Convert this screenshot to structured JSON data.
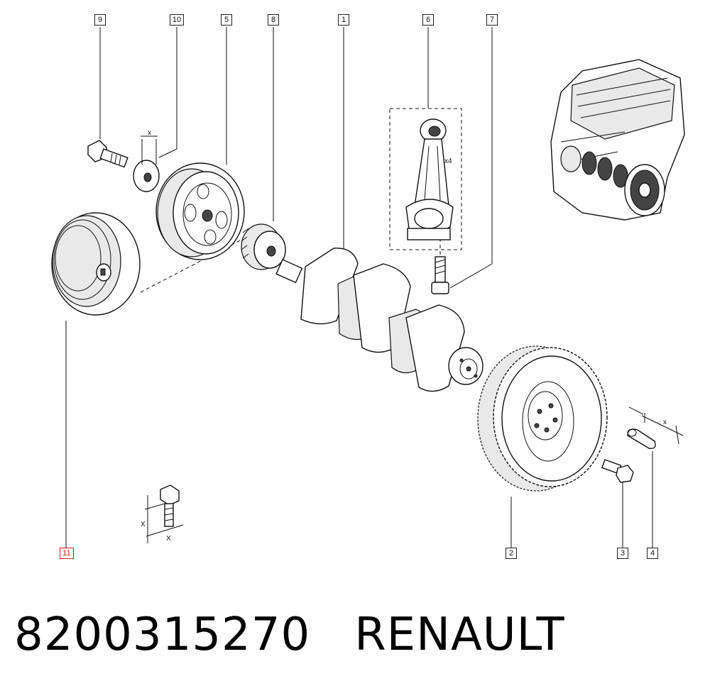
{
  "callouts": [
    {
      "label": "9",
      "highlighted": false
    },
    {
      "label": "10",
      "highlighted": false
    },
    {
      "label": "5",
      "highlighted": false
    },
    {
      "label": "8",
      "highlighted": false
    },
    {
      "label": "1",
      "highlighted": false
    },
    {
      "label": "6",
      "highlighted": false
    },
    {
      "label": "7",
      "highlighted": false
    },
    {
      "label": "11",
      "highlighted": true
    },
    {
      "label": "2",
      "highlighted": false
    },
    {
      "label": "3",
      "highlighted": false
    },
    {
      "label": "4",
      "highlighted": false
    }
  ],
  "annotations": {
    "conrod_qty": "x4",
    "dim_x": "x",
    "dim_X": "X"
  },
  "footer": {
    "part_number": "8200315270",
    "brand": "RENAULT"
  },
  "colors": {
    "highlight": "#e0141e",
    "line": "#111111"
  }
}
